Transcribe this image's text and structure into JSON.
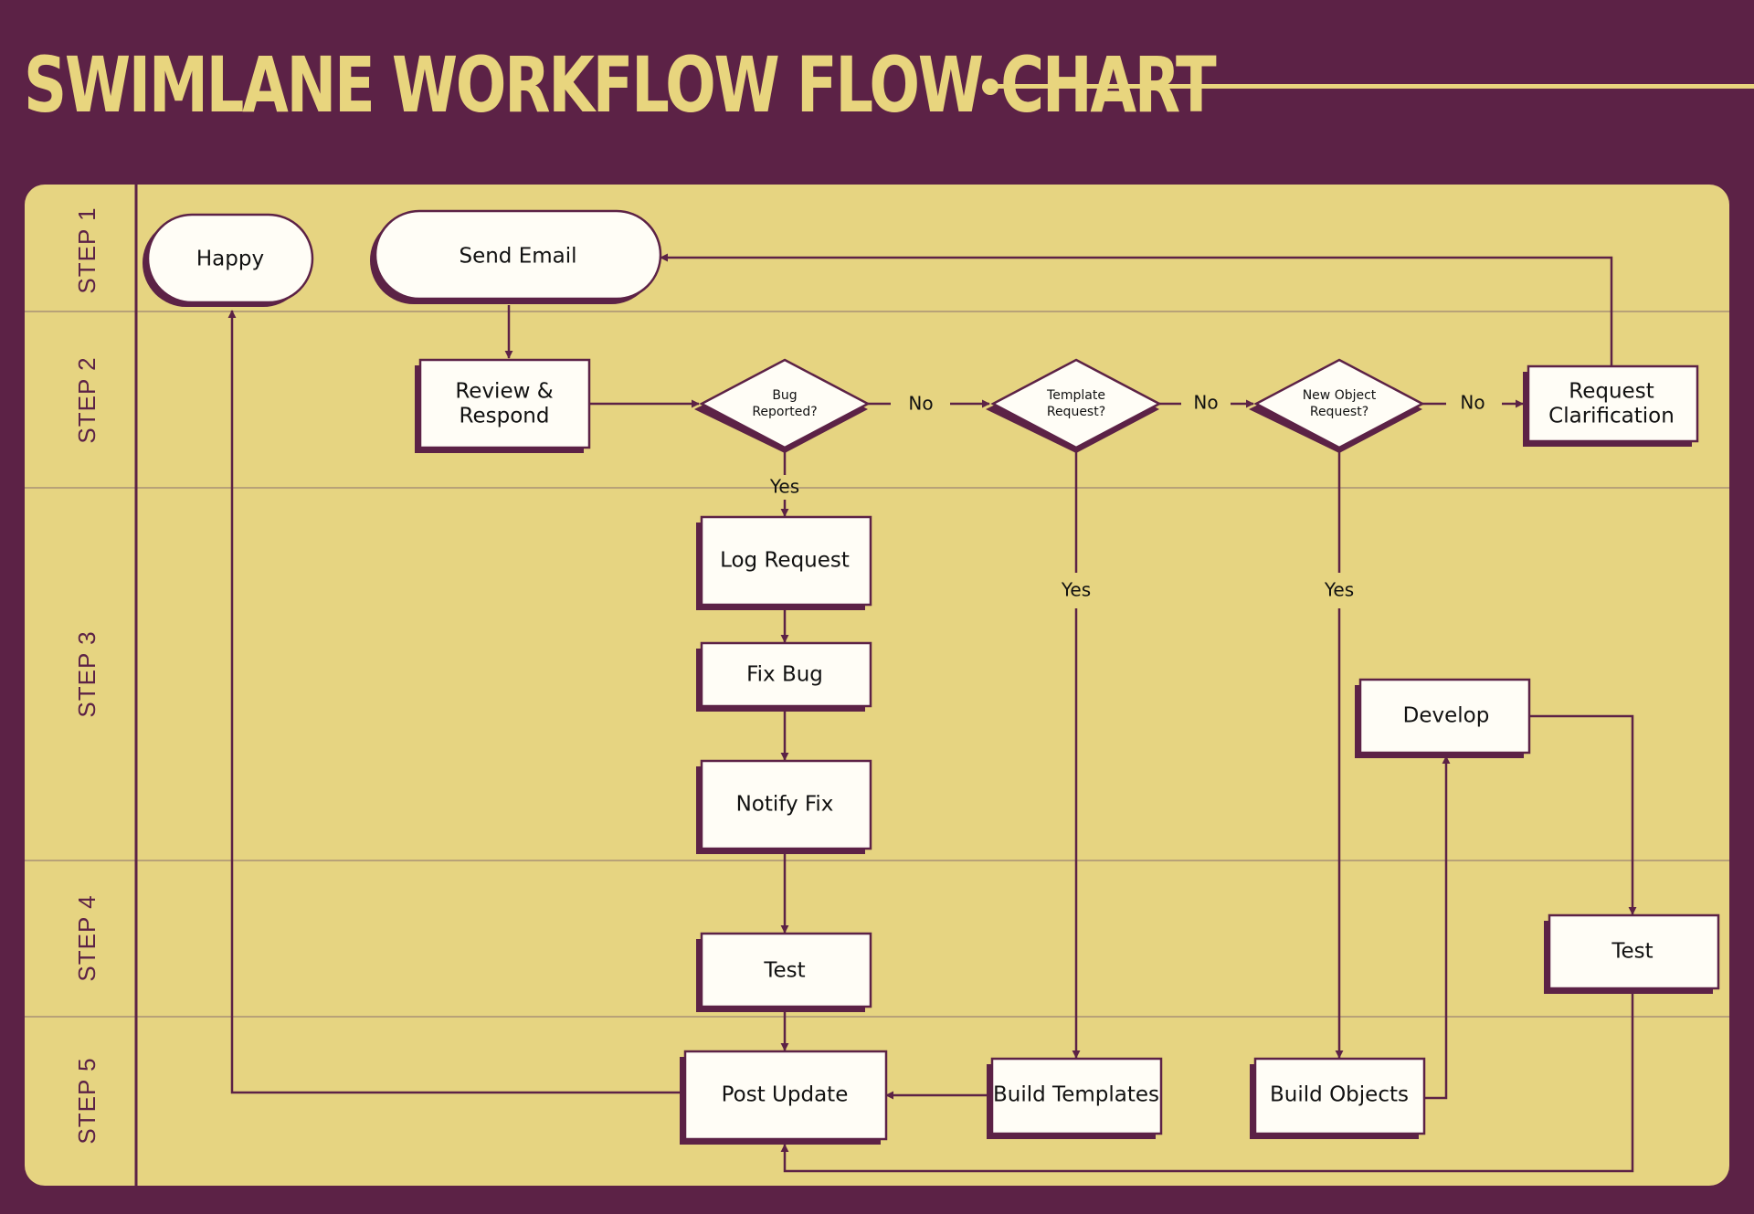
{
  "title": "SWIMLANE WORKFLOW FLOW CHART",
  "colors": {
    "background": "#5c2246",
    "accent": "#e8d57e",
    "board": "#e6d481",
    "node_fill": "#fffdf6",
    "shadow": "#5c2246",
    "lane_divider": "#b8a278"
  },
  "lanes": [
    "STEP 1",
    "STEP 2",
    "STEP 3",
    "STEP 4",
    "STEP 5"
  ],
  "nodes": {
    "happy": "Happy",
    "send_email": "Send Email",
    "review_respond": [
      "Review &",
      "Respond"
    ],
    "bug_reported": [
      "Bug",
      "Reported?"
    ],
    "template_request": [
      "Template",
      "Request?"
    ],
    "new_object_request": [
      "New Object",
      "Request?"
    ],
    "request_clarification": [
      "Request",
      "Clarification"
    ],
    "log_request": "Log Request",
    "fix_bug": "Fix Bug",
    "notify_fix": "Notify Fix",
    "develop": "Develop",
    "test_bug": "Test",
    "test_object": "Test",
    "post_update": "Post Update",
    "build_templates": "Build Templates",
    "build_objects": "Build Objects"
  },
  "edge_labels": {
    "bug_no": "No",
    "template_no": "No",
    "object_no": "No",
    "bug_yes": "Yes",
    "template_yes": "Yes",
    "object_yes": "Yes"
  }
}
